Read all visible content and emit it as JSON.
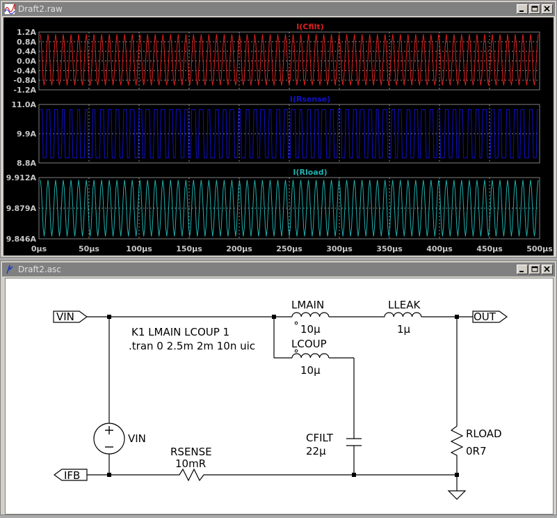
{
  "raw_window": {
    "title": "Draft2.raw",
    "panes": [
      {
        "trace": "I(Cfilt)",
        "color": "#e02020",
        "yticks": [
          "1.2A",
          "0.8A",
          "0.4A",
          "0.0A",
          "-0.4A",
          "-0.8A",
          "-1.2A"
        ]
      },
      {
        "trace": "I(Rsense)",
        "color": "#1010d0",
        "yticks": [
          "11.0A",
          "9.9A",
          "8.8A"
        ]
      },
      {
        "trace": "I(Rload)",
        "color": "#20b0b0",
        "yticks": [
          "9.912A",
          "9.879A",
          "9.846A"
        ]
      }
    ],
    "xticks": [
      "0µs",
      "50µs",
      "100µs",
      "150µs",
      "200µs",
      "250µs",
      "300µs",
      "350µs",
      "400µs",
      "450µs",
      "500µs"
    ]
  },
  "asc_window": {
    "title": "Draft2.asc",
    "labels": {
      "vin_port": "VIN",
      "out_port": "OUT",
      "ifb_port": "IFB",
      "lmain_name": "LMAIN",
      "lmain_value": "10µ",
      "lleak_name": "LLEAK",
      "lleak_value": "1µ",
      "lcoup_name": "LCOUP",
      "lcoup_value": "10µ",
      "directive1": "K1 LMAIN LCOUP 1",
      "directive2": ".tran 0 2.5m 2m 10n uic",
      "vin_name": "VIN",
      "rsense_name": "RSENSE",
      "rsense_value": "10mR",
      "cfilt_name": "CFILT",
      "cfilt_value": "22µ",
      "rload_name": "RLOAD",
      "rload_value": "0R7"
    }
  }
}
